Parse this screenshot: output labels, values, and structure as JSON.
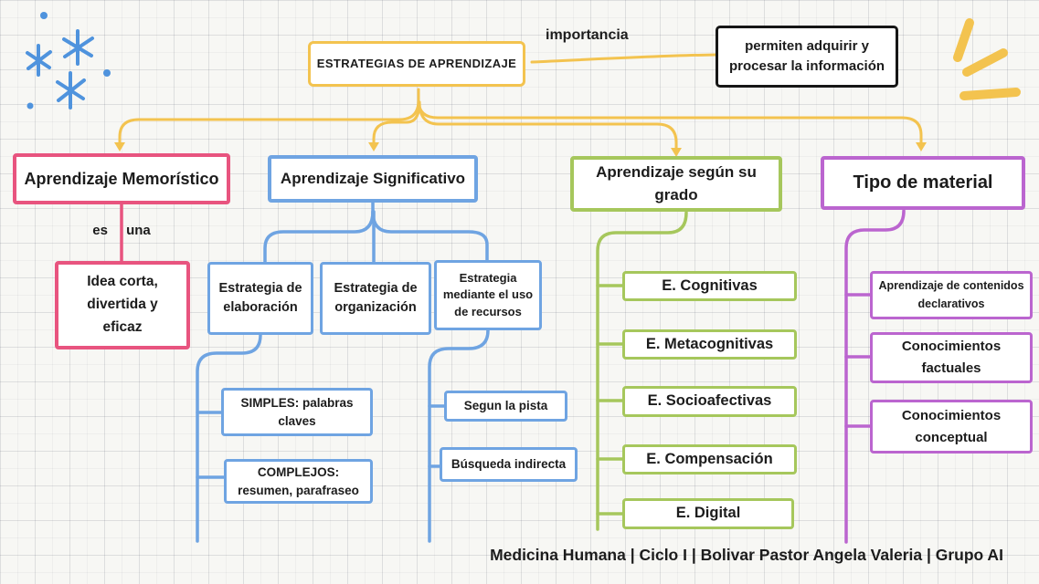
{
  "colors": {
    "yellow": "#f3c34f",
    "pink": "#e8547f",
    "blue": "#6fa4e2",
    "green": "#a6c75c",
    "purple": "#bb65cf",
    "ink": "#1c1c1c",
    "paper": "#f7f7f4"
  },
  "decorations": {
    "top_left": "sparkles-icon",
    "top_right": "highlight-strokes-icon"
  },
  "root": {
    "title": "ESTRATEGIAS DE APRENDIZAJE"
  },
  "importance": {
    "edge_label": "importancia",
    "note": "permiten adquirir y procesar la información"
  },
  "branches": [
    {
      "title": "Aprendizaje Memorístico",
      "edge_label": "es una",
      "children": [
        {
          "label": "Idea corta, divertida y eficaz"
        }
      ]
    },
    {
      "title": "Aprendizaje Significativo",
      "children": [
        {
          "label": "Estrategia de elaboración",
          "children": [
            "SIMPLES: palabras claves",
            "COMPLEJOS: resumen, parafraseo"
          ]
        },
        {
          "label": "Estrategia de organización",
          "children": []
        },
        {
          "label": "Estrategia mediante el uso de recursos",
          "children": [
            "Segun la pista",
            "Búsqueda indirecta"
          ]
        }
      ]
    },
    {
      "title": "Aprendizaje según su grado",
      "children": [
        "E. Cognitivas",
        "E. Metacognitivas",
        "E. Socioafectivas",
        "E. Compensación",
        "E. Digital"
      ]
    },
    {
      "title": "Tipo de material",
      "children": [
        "Aprendizaje de contenidos declarativos",
        "Conocimientos factuales",
        "Conocimientos conceptual"
      ]
    }
  ],
  "footer": {
    "credit": "Medicina Humana | Ciclo I | Bolivar Pastor Angela Valeria | Grupo AI"
  }
}
